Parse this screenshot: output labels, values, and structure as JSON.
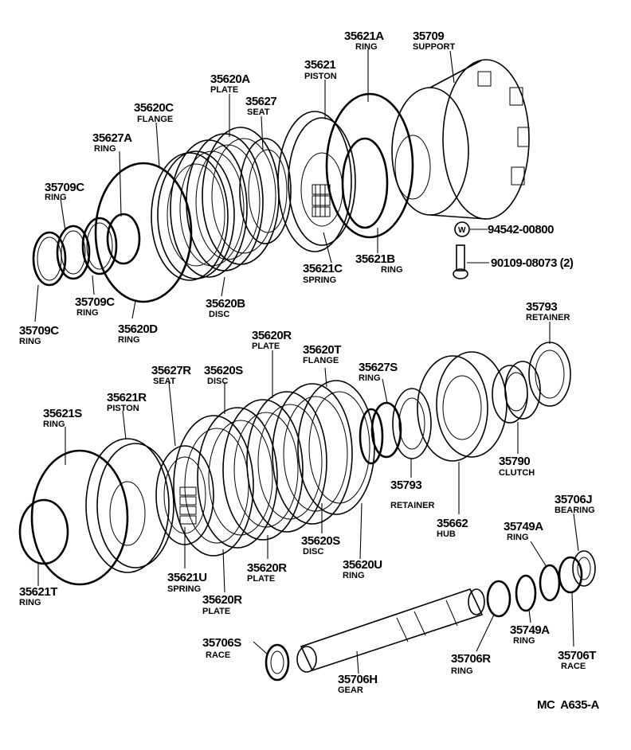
{
  "labels": [
    {
      "id": "lbl-35621A",
      "number": "35621A",
      "name": "RING"
    },
    {
      "id": "lbl-35709",
      "number": "35709",
      "name": "SUPPORT"
    },
    {
      "id": "lbl-35621",
      "number": "35621",
      "name": "PISTON"
    },
    {
      "id": "lbl-35620A",
      "number": "35620A",
      "name": "PLATE"
    },
    {
      "id": "lbl-35627",
      "number": "35627",
      "name": "SEAT"
    },
    {
      "id": "lbl-35620C",
      "number": "35620C",
      "name": "FLANGE"
    },
    {
      "id": "lbl-35627A",
      "number": "35627A",
      "name": "RING"
    },
    {
      "id": "lbl-35709C-top",
      "number": "35709C",
      "name": "RING"
    },
    {
      "id": "lbl-35621C",
      "number": "35621C",
      "name": "SPRING"
    },
    {
      "id": "lbl-35621B",
      "number": "35621B",
      "name": "RING"
    },
    {
      "id": "lbl-35620B",
      "number": "35620B",
      "name": "DISC"
    },
    {
      "id": "lbl-35709C-mid",
      "number": "35709C",
      "name": "RING"
    },
    {
      "id": "lbl-35620D",
      "number": "35620D",
      "name": "RING"
    },
    {
      "id": "lbl-35709C-low",
      "number": "35709C",
      "name": "RING"
    },
    {
      "id": "lbl-35793-top",
      "number": "35793",
      "name": "RETAINER"
    },
    {
      "id": "lbl-35620R-top",
      "number": "35620R",
      "name": "PLATE"
    },
    {
      "id": "lbl-35620T",
      "number": "35620T",
      "name": "FLANGE"
    },
    {
      "id": "lbl-35627R",
      "number": "35627R",
      "name": "SEAT"
    },
    {
      "id": "lbl-35620S-top",
      "number": "35620S",
      "name": "DISC"
    },
    {
      "id": "lbl-35627S",
      "number": "35627S",
      "name": "RING"
    },
    {
      "id": "lbl-35621R",
      "number": "35621R",
      "name": "PISTON"
    },
    {
      "id": "lbl-35621S",
      "number": "35621S",
      "name": "RING"
    },
    {
      "id": "lbl-35790",
      "number": "35790",
      "name": "CLUTCH"
    },
    {
      "id": "lbl-35793-low",
      "number": "35793",
      "name": "RETAINER"
    },
    {
      "id": "lbl-35706J",
      "number": "35706J",
      "name": "BEARING"
    },
    {
      "id": "lbl-35662",
      "number": "35662",
      "name": "HUB"
    },
    {
      "id": "lbl-35749A-top",
      "number": "35749A",
      "name": "RING"
    },
    {
      "id": "lbl-35620S-low",
      "number": "35620S",
      "name": "DISC"
    },
    {
      "id": "lbl-35621T",
      "number": "35621T",
      "name": "RING"
    },
    {
      "id": "lbl-35620U",
      "number": "35620U",
      "name": "RING"
    },
    {
      "id": "lbl-35620R-mid",
      "number": "35620R",
      "name": "PLATE"
    },
    {
      "id": "lbl-35621U",
      "number": "35621U",
      "name": "SPRING"
    },
    {
      "id": "lbl-35620R-low",
      "number": "35620R",
      "name": "PLATE"
    },
    {
      "id": "lbl-35749A-low",
      "number": "35749A",
      "name": "RING"
    },
    {
      "id": "lbl-35706S",
      "number": "35706S",
      "name": "RACE"
    },
    {
      "id": "lbl-35706R",
      "number": "35706R",
      "name": "RING"
    },
    {
      "id": "lbl-35706T",
      "number": "35706T",
      "name": "RACE"
    },
    {
      "id": "lbl-35706H",
      "number": "35706H",
      "name": "GEAR"
    }
  ],
  "fasteners": [
    {
      "id": "washer-part",
      "text": "94542-00800"
    },
    {
      "id": "bolt-part",
      "text": "90109-08073 (2)"
    }
  ],
  "footer": {
    "code": "MC  A635-A"
  }
}
